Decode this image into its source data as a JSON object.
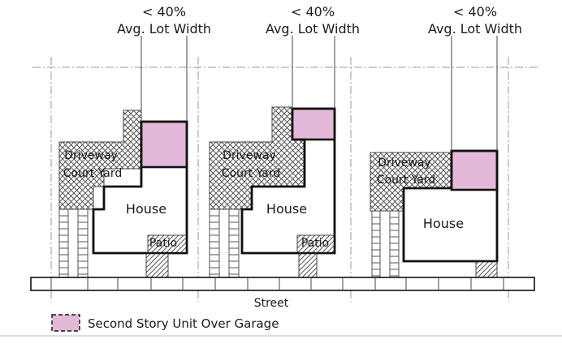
{
  "lots": [
    {
      "limit_top": "< 40%",
      "limit_bottom": "Avg. Lot Width",
      "driveway_line1": "Driveway",
      "driveway_line2": "Court Yard",
      "house": "House",
      "patio": "Patio"
    },
    {
      "limit_top": "< 40%",
      "limit_bottom": "Avg. Lot Width",
      "driveway_line1": "Driveway",
      "driveway_line2": "Court Yard",
      "house": "House",
      "patio": "Patio"
    },
    {
      "limit_top": "< 40%",
      "limit_bottom": "Avg. Lot Width",
      "driveway_line1": "Driveway",
      "driveway_line2": "Court Yard",
      "house": "House"
    }
  ],
  "street_label": "Street",
  "legend": {
    "label": "Second Story Unit Over Garage",
    "swatch_color": "#e3b8d8"
  },
  "colors": {
    "garage_fill": "#e3b8d8",
    "outline": "#111111",
    "property_line": "#999999"
  }
}
